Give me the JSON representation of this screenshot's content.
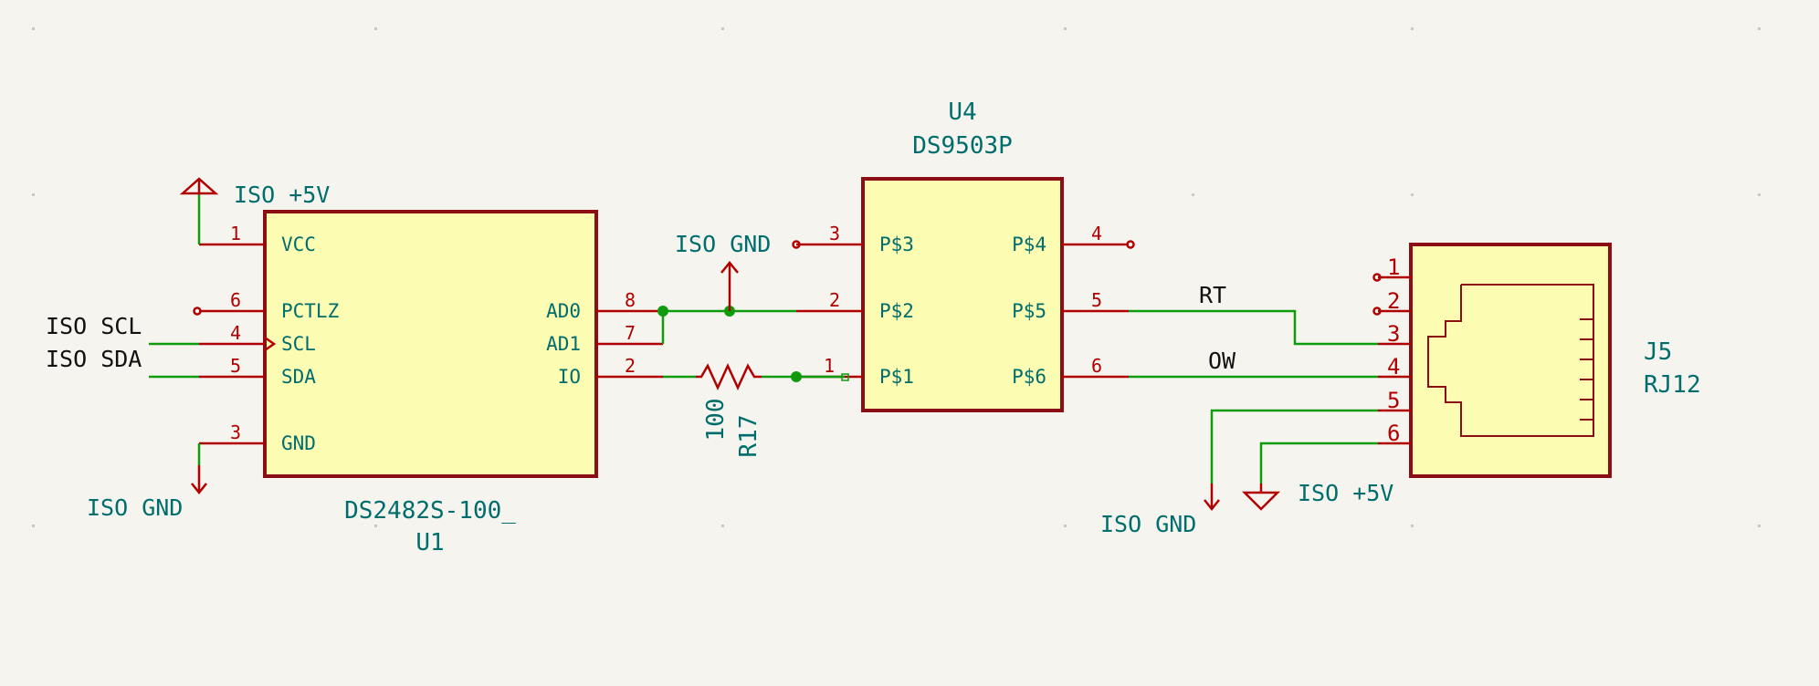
{
  "u1": {
    "reference": "U1",
    "value": "DS2482S-100_",
    "pins": [
      {
        "num": "1",
        "name": "VCC"
      },
      {
        "num": "6",
        "name": "PCTLZ"
      },
      {
        "num": "4",
        "name": "SCL"
      },
      {
        "num": "5",
        "name": "SDA"
      },
      {
        "num": "3",
        "name": "GND"
      },
      {
        "num": "8",
        "name": "AD0"
      },
      {
        "num": "7",
        "name": "AD1"
      },
      {
        "num": "2",
        "name": "IO"
      }
    ]
  },
  "u4": {
    "reference": "U4",
    "value": "DS9503P",
    "pins": [
      {
        "num": "3",
        "name": "P$3"
      },
      {
        "num": "2",
        "name": "P$2"
      },
      {
        "num": "1",
        "name": "P$1"
      },
      {
        "num": "4",
        "name": "P$4"
      },
      {
        "num": "5",
        "name": "P$5"
      },
      {
        "num": "6",
        "name": "P$6"
      }
    ]
  },
  "r17": {
    "reference": "R17",
    "value": "100"
  },
  "j5": {
    "reference": "J5",
    "value": "RJ12",
    "pins": [
      "1",
      "2",
      "3",
      "4",
      "5",
      "6"
    ]
  },
  "power": {
    "u1_vcc": "ISO +5V",
    "u1_gnd": "ISO GND",
    "u4_gnd": "ISO GND",
    "j5_gnd": "ISO GND",
    "j5_vcc": "ISO +5V"
  },
  "nets": {
    "scl": "ISO SCL",
    "sda": "ISO SDA",
    "rt": "RT",
    "ow": "OW"
  },
  "colors": {
    "background": "#f5f4ef",
    "component_body": "#fdfcb3",
    "component_outline": "#8a0e14",
    "pin": "#b00000",
    "wire": "#0e9b0e",
    "label": "#006d6d"
  }
}
